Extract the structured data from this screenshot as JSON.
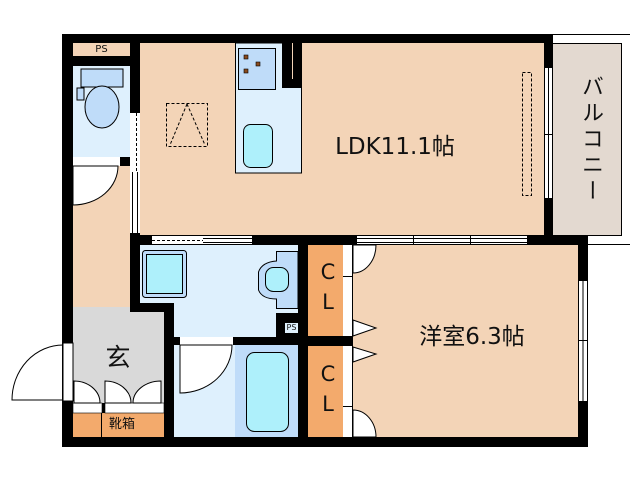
{
  "floor_plan": {
    "ldk": {
      "label": "LDK11.1帖"
    },
    "western_room": {
      "label": "洋室6.3帖"
    },
    "balcony": {
      "label": "バルコニー"
    },
    "entrance": {
      "label": "玄"
    },
    "shoe_cabinet": {
      "label": "靴箱"
    },
    "closet_upper": {
      "label": "CL"
    },
    "closet_lower": {
      "label": "CL"
    },
    "pipe_space_top": {
      "label": "PS"
    },
    "pipe_space_washroom": {
      "label": "PS"
    }
  },
  "fixtures": [
    "toilet-icon",
    "kitchen-counter-icon",
    "stove-icon",
    "kitchen-sink-icon",
    "washing-machine-pan-icon",
    "washbasin-icon",
    "bathtub-icon",
    "skylight-icon",
    "entrance-door-icon",
    "sliding-door-icon",
    "window-icon"
  ],
  "colors": {
    "wall": "#000000",
    "living_floor": "#f3d4b7",
    "wet_area": "#def0fd",
    "fixture_blue": "#bfdcf9",
    "water_cyan": "#aef0fb",
    "storage_orange": "#f3aa6c",
    "entrance_gray": "#d9d9d9",
    "balcony": "#e3d9d0"
  }
}
